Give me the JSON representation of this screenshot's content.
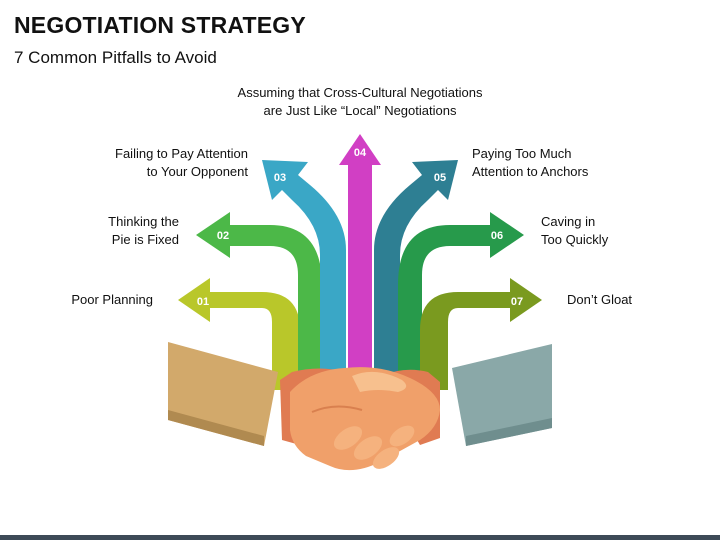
{
  "slide": {
    "title": "NEGOTIATION STRATEGY",
    "subtitle": "7 Common Pitfalls to Avoid"
  },
  "arrows": [
    {
      "number": "01",
      "label_lines": [
        "Poor Planning"
      ],
      "color": "#b9c72a"
    },
    {
      "number": "02",
      "label_lines": [
        "Thinking the",
        "Pie is Fixed"
      ],
      "color": "#4cb848"
    },
    {
      "number": "03",
      "label_lines": [
        "Failing to Pay Attention",
        "to Your Opponent"
      ],
      "color": "#3aa7c6"
    },
    {
      "number": "04",
      "label_lines": [
        "Assuming that Cross-Cultural Negotiations",
        "are Just Like “Local” Negotiations"
      ],
      "color": "#d13fc4"
    },
    {
      "number": "05",
      "label_lines": [
        "Paying Too Much",
        "Attention to Anchors"
      ],
      "color": "#2e7f93"
    },
    {
      "number": "06",
      "label_lines": [
        "Caving in",
        "Too Quickly"
      ],
      "color": "#279a4b"
    },
    {
      "number": "07",
      "label_lines": [
        "Don’t Gloat"
      ],
      "color": "#7a9a1f"
    }
  ],
  "colors": {
    "left_sleeve": "#d2a96b",
    "right_sleeve": "#8aa8a8",
    "skin": "#f0a06a",
    "skin_shadow": "#e07b52",
    "footer": "#3d4a57"
  },
  "icons": [
    "handshake-icon"
  ]
}
